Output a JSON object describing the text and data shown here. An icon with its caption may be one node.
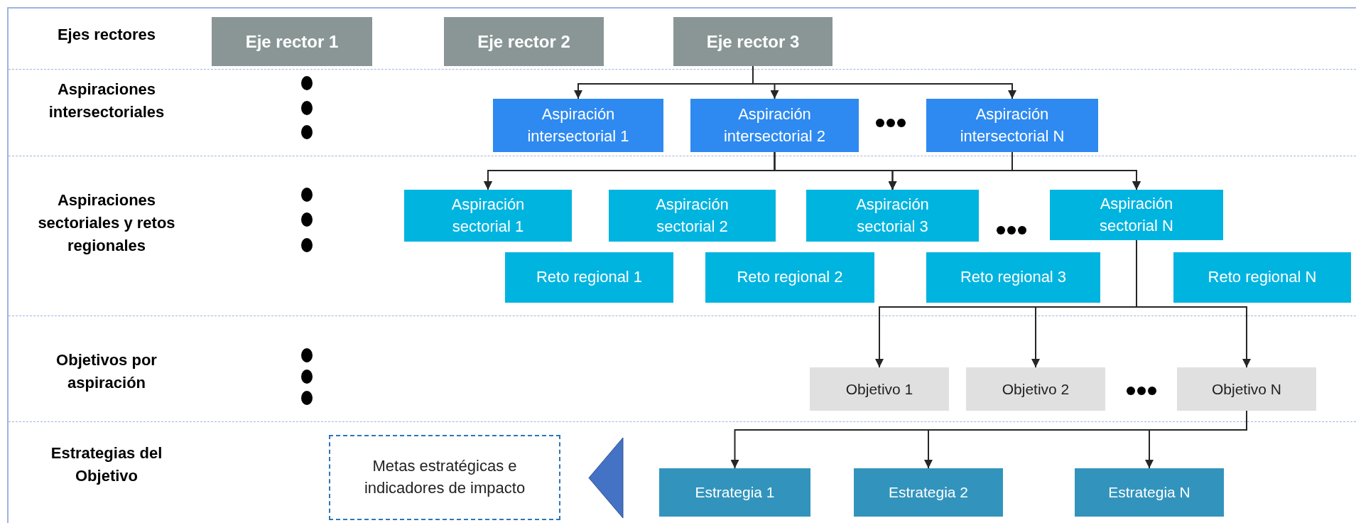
{
  "diagram": {
    "nodes": [
      {
        "text": [
          "Eje rector 1"
        ]
      },
      {
        "text": [
          "Eje rector 2"
        ]
      },
      {
        "text": [
          "Eje rector 3"
        ]
      },
      {
        "text": [
          "Aspiración intersectorial 1"
        ]
      },
      {
        "text": [
          "Aspiración intersectorial 2"
        ]
      },
      {
        "text": [
          "Aspiración intersectorial N"
        ]
      },
      {
        "text": [
          "Aspiración sectorial 1"
        ]
      },
      {
        "text": [
          "Aspiración sectorial 2"
        ]
      },
      {
        "text": [
          "Aspiración sectorial 3"
        ]
      },
      {
        "text": [
          "Aspiración sectorial N"
        ]
      },
      {
        "text": [
          "Reto regional 1"
        ]
      },
      {
        "text": [
          "Reto regional 2"
        ]
      },
      {
        "text": [
          "Reto regional 3"
        ]
      },
      {
        "text": [
          "Reto regional N"
        ]
      },
      {
        "text": [
          "Objetivo 1"
        ]
      },
      {
        "text": [
          "Objetivo 2"
        ]
      },
      {
        "text": [
          "Objetivo N"
        ]
      },
      {
        "text": [
          "Metas estratégicas e indicadores de impacto"
        ]
      },
      {
        "text": [],
        "shape": "triangle"
      },
      {
        "text": [
          "Estrategia 1"
        ]
      },
      {
        "text": [
          "Estrategia 2"
        ]
      },
      {
        "text": [
          "Estrategia N"
        ]
      }
    ],
    "edges": [
      {
        "from": 2,
        "to": 3,
        "arrow": "to"
      },
      {
        "from": 2,
        "to": 4,
        "arrow": "to"
      },
      {
        "from": 2,
        "to": 5,
        "arrow": "to"
      },
      {
        "from": 4,
        "to": 6,
        "arrow": "to"
      },
      {
        "from": 4,
        "to": 8,
        "arrow": "to"
      },
      {
        "from": 4,
        "to": 9,
        "arrow": "to"
      },
      {
        "from": 5,
        "to": 6,
        "arrow": "to"
      },
      {
        "from": 5,
        "to": 8,
        "arrow": "to"
      },
      {
        "from": 5,
        "to": 9,
        "arrow": "to"
      },
      {
        "from": 9,
        "to": 14,
        "arrow": "to"
      },
      {
        "from": 9,
        "to": 15,
        "arrow": "to"
      },
      {
        "from": 9,
        "to": 16,
        "arrow": "to"
      },
      {
        "from": 16,
        "to": 19,
        "arrow": "to"
      },
      {
        "from": 16,
        "to": 20,
        "arrow": "to"
      },
      {
        "from": 16,
        "to": 21,
        "arrow": "to"
      }
    ],
    "labels": [
      "Ejes rectores",
      "Aspiraciones intersectoriales",
      "Aspiraciones sectoriales y retos regionales",
      "Objetivos por aspiración",
      "Estrategias del Objetivo"
    ]
  }
}
